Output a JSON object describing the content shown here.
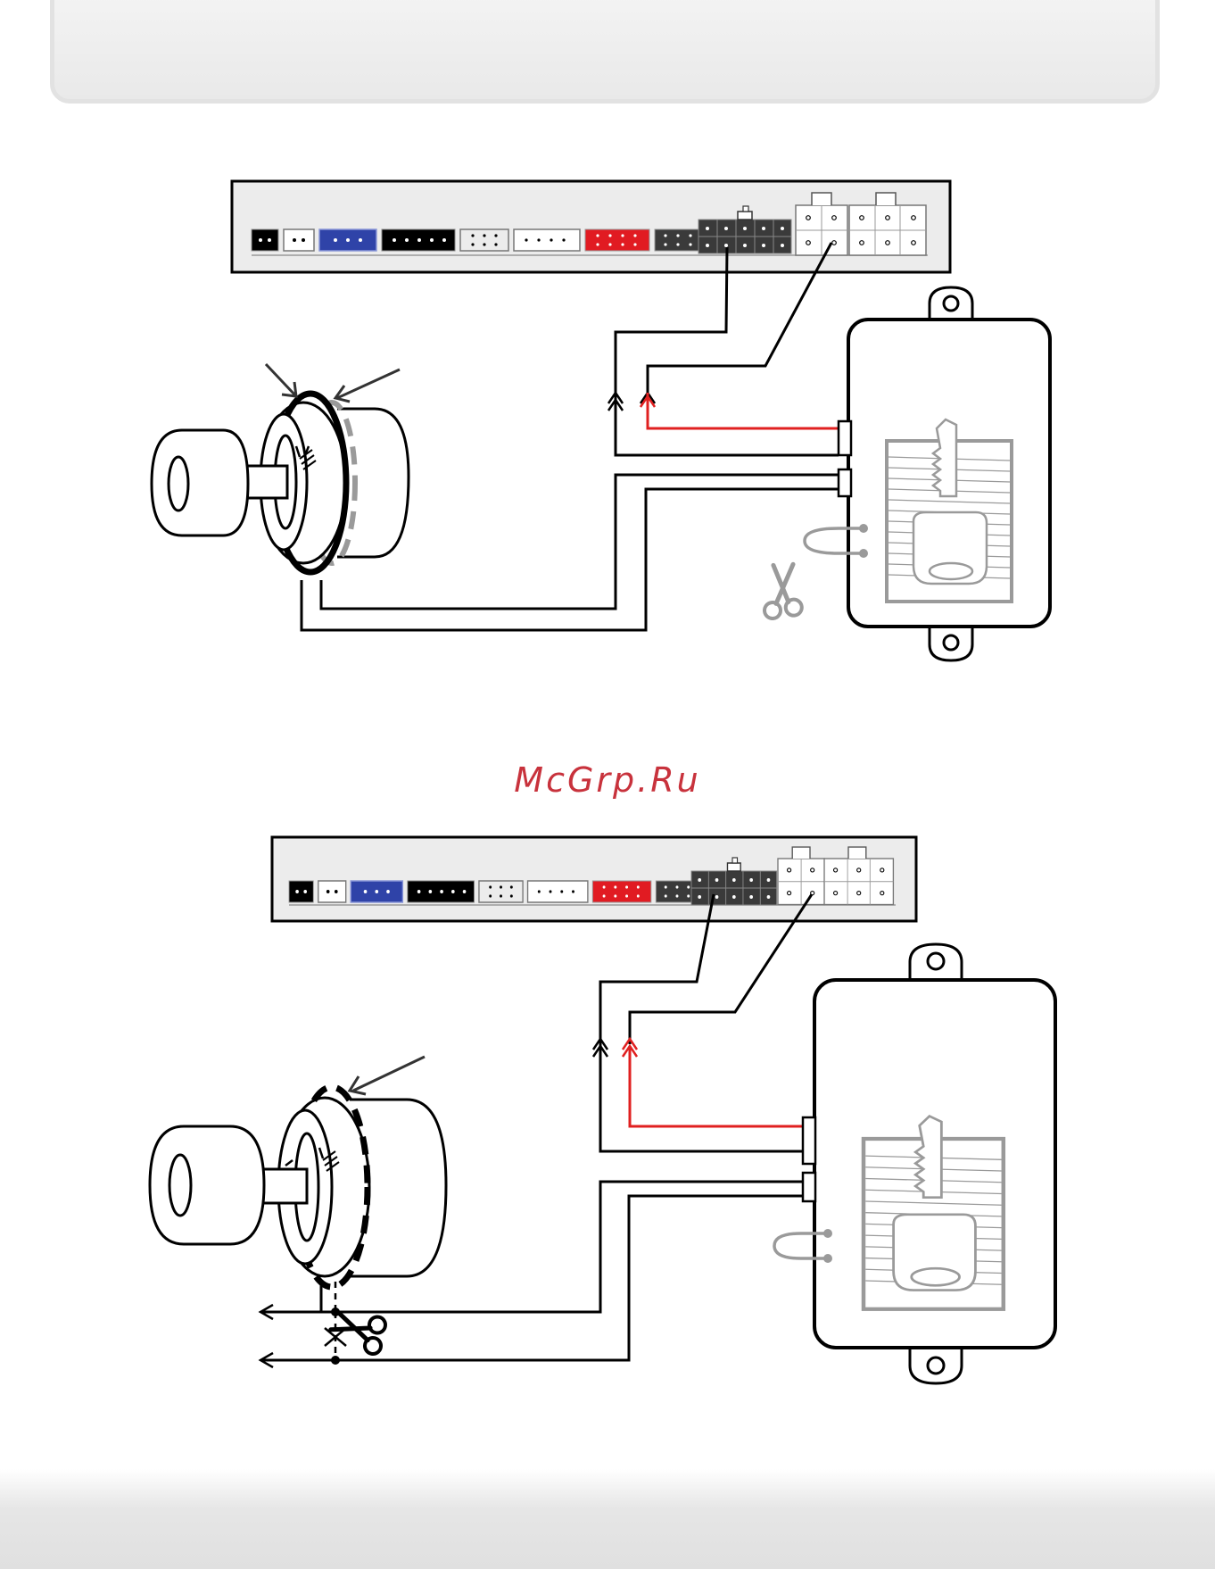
{
  "watermark": "McGrp.Ru",
  "colors": {
    "wire": "#000000",
    "red_wire": "#e02020",
    "gray_loop": "#9a9a9a",
    "blue_connector": "#2f43a8",
    "red_connector": "#e11b22",
    "dark_connector": "#333333"
  },
  "diagrams": [
    {
      "id": "top",
      "ring": "solid",
      "antenna_cut": "immobilizer-loop"
    },
    {
      "id": "bottom",
      "ring": "dashed",
      "antenna_cut": "ring-wire"
    }
  ],
  "icons": [
    "scissors-icon",
    "key-icon",
    "arrow-icon"
  ]
}
